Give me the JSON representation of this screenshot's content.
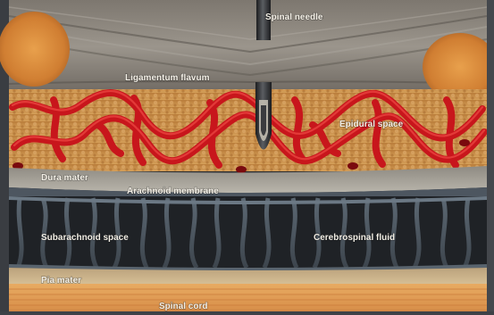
{
  "labels": {
    "spinal_needle": "Spinal needle",
    "ligamentum_flavum": "Ligamentum flavum",
    "epidural_space": "Epidural space",
    "dura_mater": "Dura mater",
    "arachnoid_membrane": "Arachnoid membrane",
    "subarachnoid_space": "Subarachnoid space",
    "cerebrospinal_fluid": "Cerebrospinal fluid",
    "pia_mater": "Pia mater",
    "spinal_cord": "Spinal cord"
  },
  "colors": {
    "frame": "#3a3d42",
    "ligament": "#8d8780",
    "bone": "#d98a3c",
    "fat": "#c98f4a",
    "vessel": "#c8161c",
    "dura": "#a8a59c",
    "arachnoid": "#6f7c8a",
    "csf": "#1f2226",
    "pia": "#c9b48e",
    "cord": "#e2a25b",
    "needle": "#2b2d2f",
    "label": "#f3efe6"
  }
}
